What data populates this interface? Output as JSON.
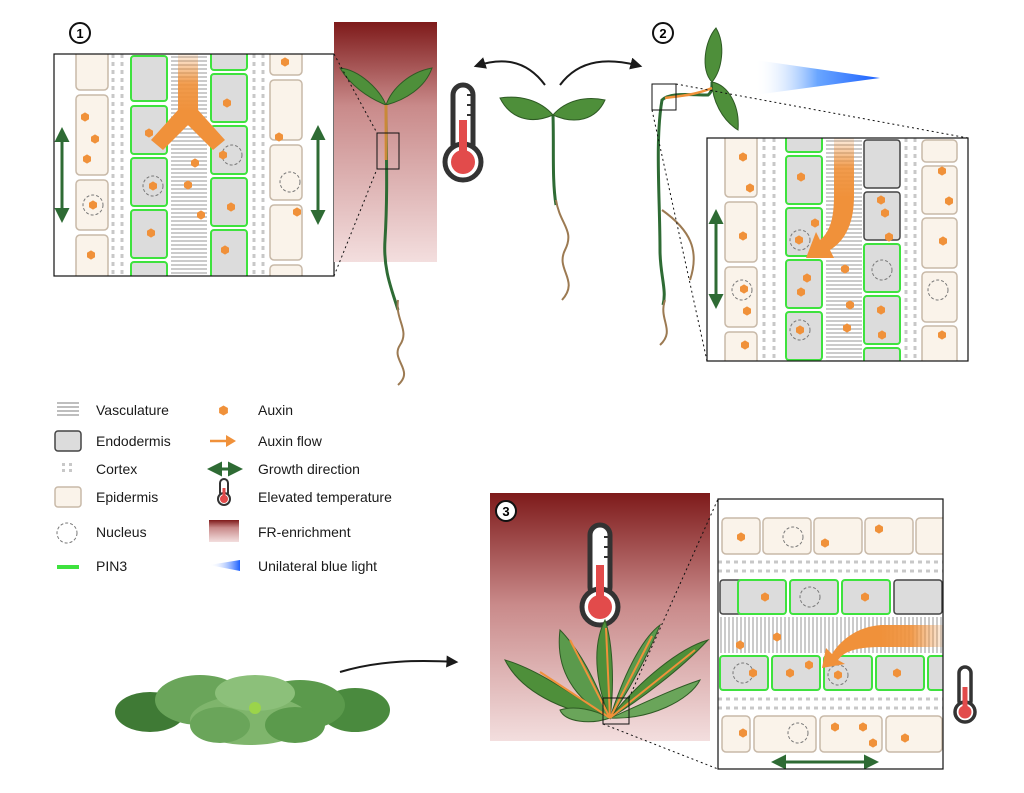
{
  "panels": {
    "p1": {
      "number": "1"
    },
    "p2": {
      "number": "2"
    },
    "p3": {
      "number": "3"
    }
  },
  "legend": {
    "col1": [
      {
        "label": "Vasculature",
        "icon": "vasculature-icon"
      },
      {
        "label": "Endodermis",
        "icon": "endodermis-icon"
      },
      {
        "label": "Cortex",
        "icon": "cortex-icon"
      },
      {
        "label": "Epidermis",
        "icon": "epidermis-icon"
      },
      {
        "label": "Nucleus",
        "icon": "nucleus-icon"
      },
      {
        "label": "PIN3",
        "icon": "pin3-icon"
      }
    ],
    "col2": [
      {
        "label": "Auxin",
        "icon": "auxin-icon"
      },
      {
        "label": "Auxin flow",
        "icon": "auxin-flow-icon"
      },
      {
        "label": "Growth direction",
        "icon": "growth-direction-icon"
      },
      {
        "label": "Elevated temperature",
        "icon": "thermometer-icon"
      },
      {
        "label": "FR-enrichment",
        "icon": "fr-enrichment-icon"
      },
      {
        "label": "Unilateral blue light",
        "icon": "blue-light-icon"
      }
    ]
  },
  "colors": {
    "auxin": "#f0913a",
    "pin3": "#3ee23e",
    "endodermis": "#dcdcdc",
    "epidermis": "#faf3ea",
    "epidermis_border": "#c8b9a8",
    "growth": "#2e6b34",
    "fr_dark": "#7e1a1a",
    "fr_light": "#f2dede",
    "blue": "#1a6dff",
    "leaf": "#4e8f3a",
    "root": "#9c7a52",
    "thermo_red": "#e24b4b"
  }
}
